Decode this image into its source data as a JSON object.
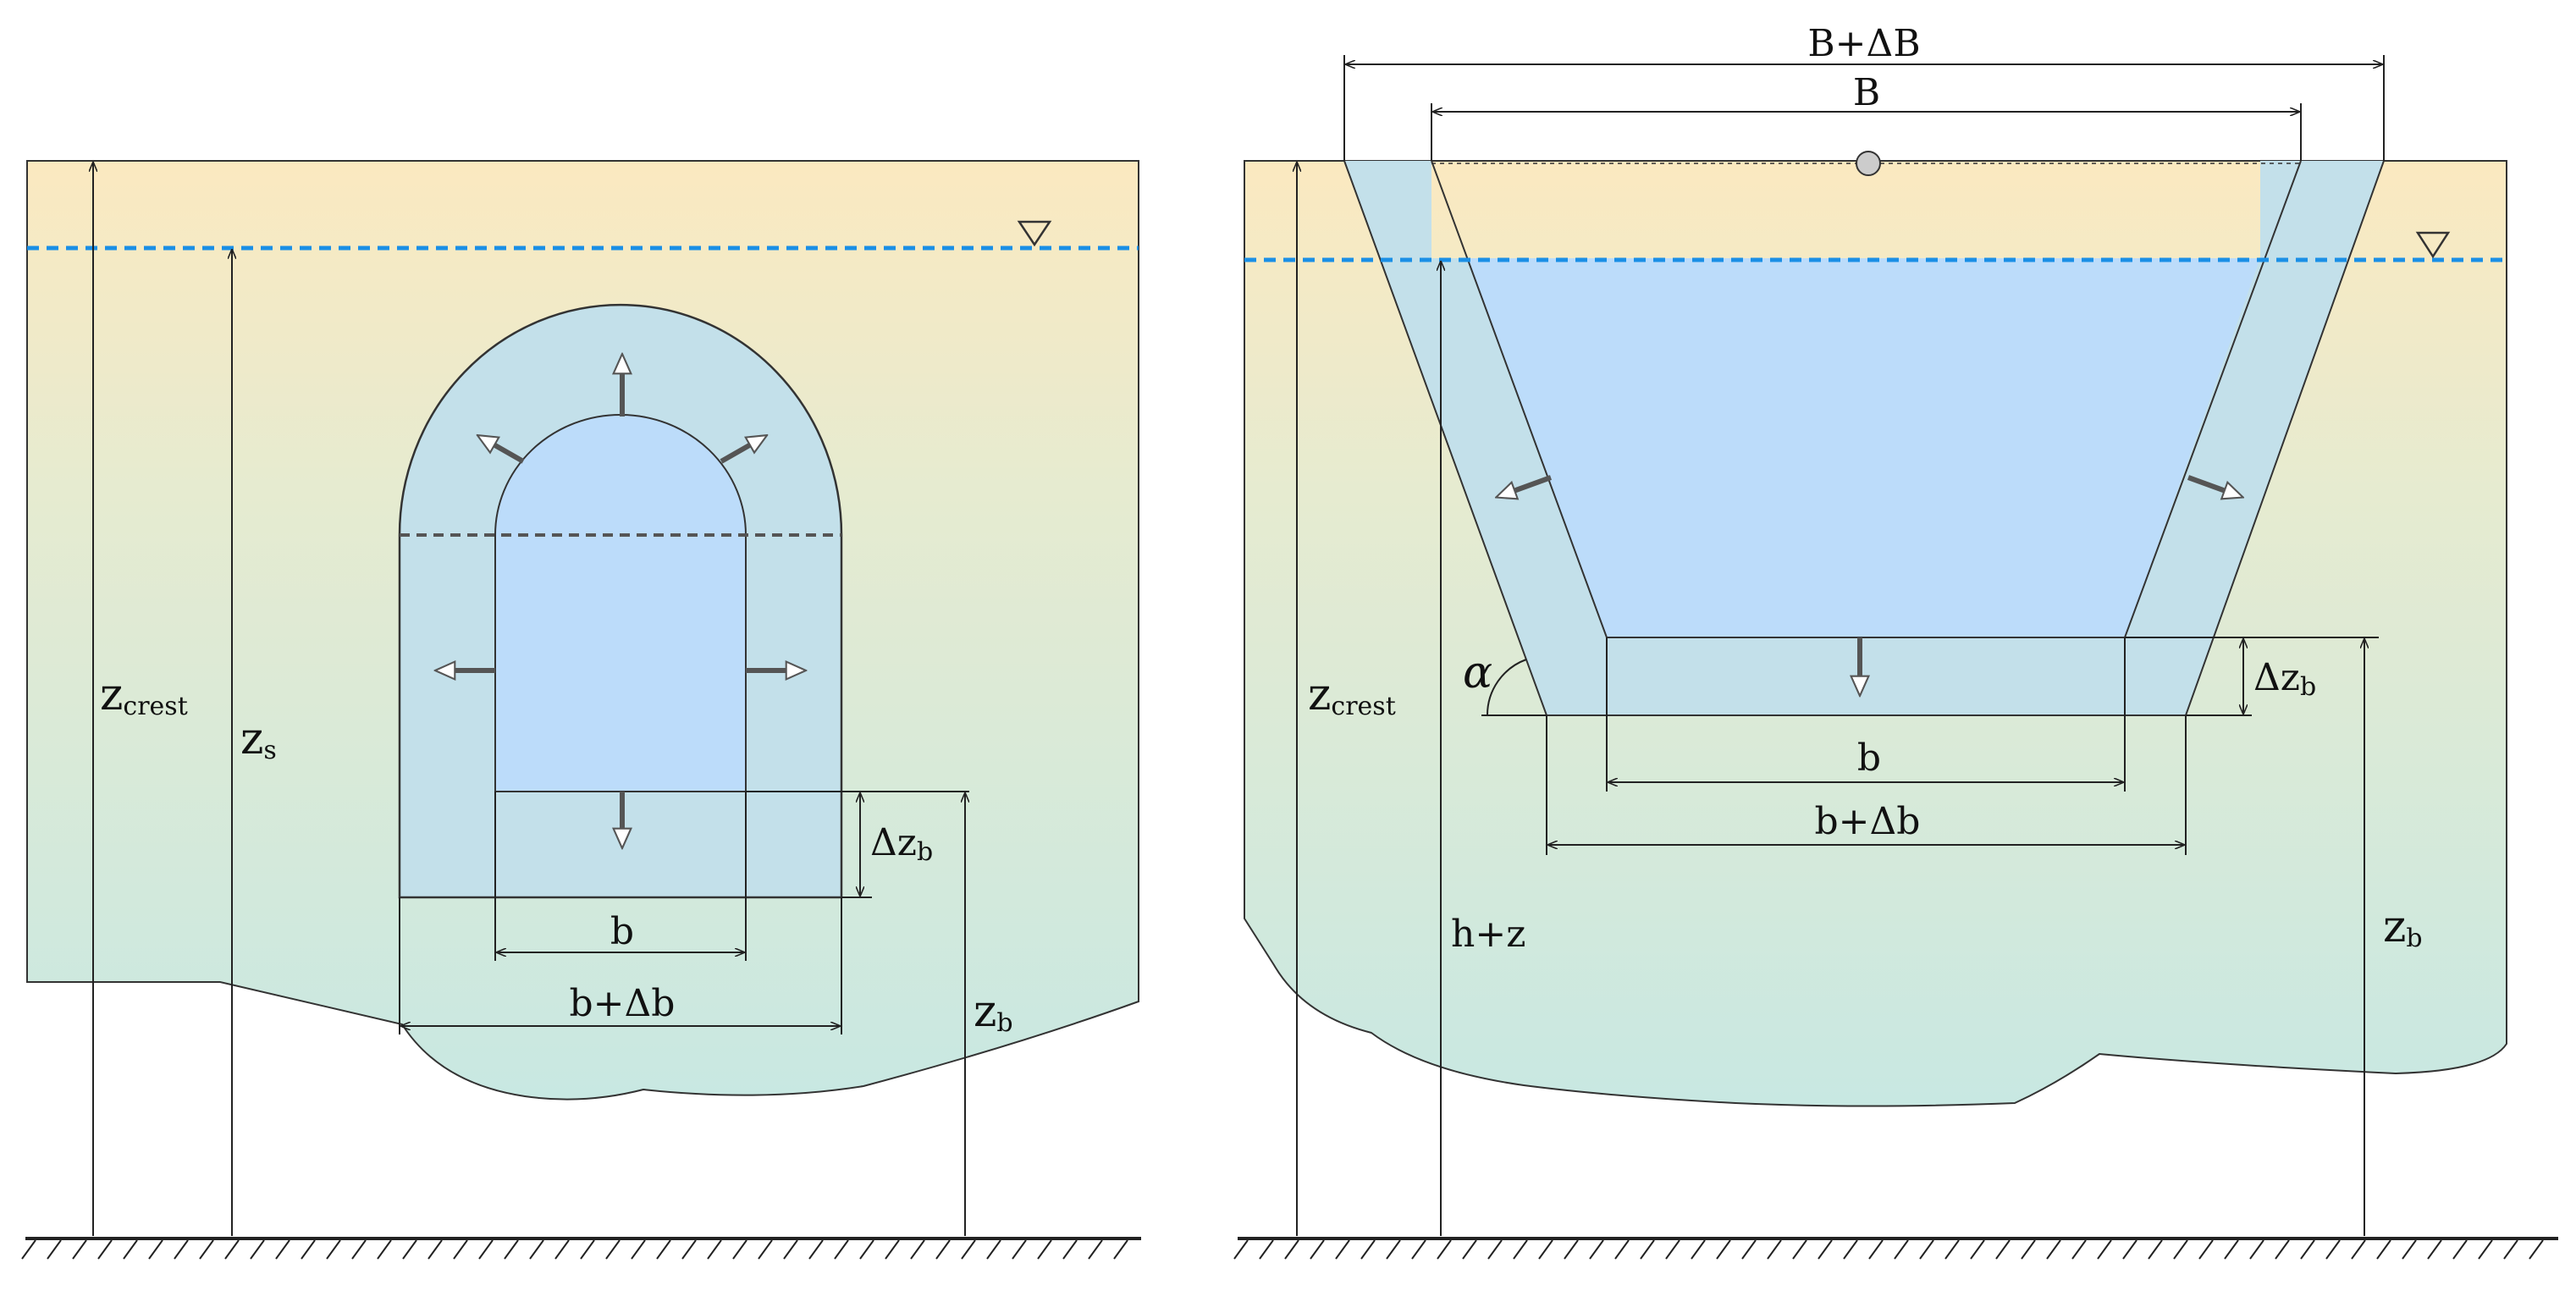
{
  "colors": {
    "soil_top": "#fbe9c0",
    "soil_bottom": "#c8e8e2",
    "erosion_zone": "#c3e0ea",
    "water": "#bcdcfa",
    "water_level_line": "#1a8fe6",
    "outline": "#333333",
    "arrow": "#555555"
  },
  "icons": {
    "water_level_marker": "inverted-triangle-icon",
    "pivot_marker": "circle-icon",
    "ground": "hatched-ground-icon"
  },
  "left_panel": {
    "zcrest_main": "z",
    "zcrest_sub": "crest",
    "zs_main": "z",
    "zs_sub": "s",
    "b_label": "b",
    "b_db_label": "b+Δb",
    "dzb_main": "Δz",
    "dzb_sub": "b",
    "zb_main": "z",
    "zb_sub": "b"
  },
  "right_panel": {
    "B_dB_label": "B+ΔB",
    "B_label": "B",
    "alpha_label": "α",
    "zcrest_main": "z",
    "zcrest_sub": "crest",
    "hz_label": "h+z",
    "b_label": "b",
    "b_db_label": "b+Δb",
    "dzb_main": "Δz",
    "dzb_sub": "b",
    "zb_main": "z",
    "zb_sub": "b"
  }
}
